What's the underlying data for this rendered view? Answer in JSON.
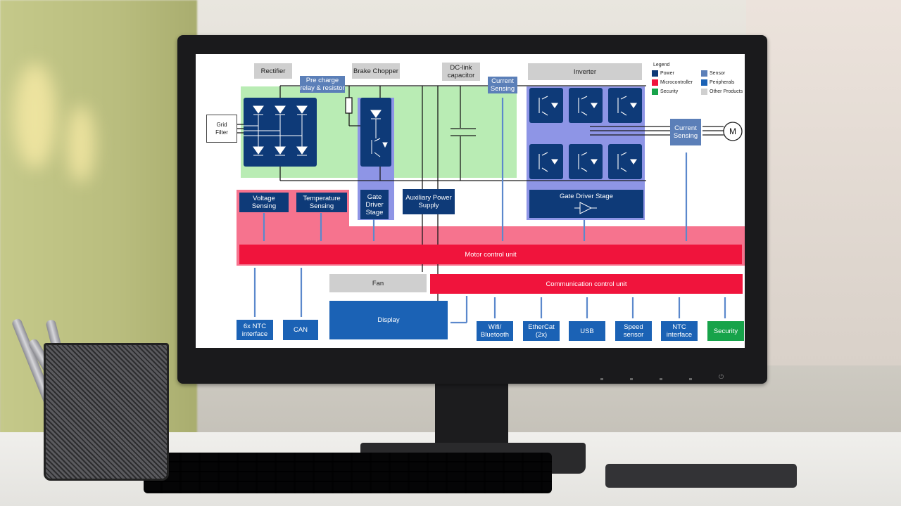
{
  "diagram": {
    "top_labels": {
      "rectifier": "Rectifier",
      "brake_chopper": "Brake Chopper",
      "dc_link": "DC-link\ncapacitor",
      "inverter": "Inverter",
      "pre_charge": "Pre charge\nrelay & resistor",
      "current_sensing_top": "Current\nSensing",
      "grid_filter": "Grid\nFilter",
      "current_sensing_right": "Current\nSensing",
      "motor": "M"
    },
    "legend": {
      "title": "Legend",
      "items": [
        {
          "label": "Power",
          "color": "#0e3a78"
        },
        {
          "label": "Microcontroller",
          "color": "#f0143c"
        },
        {
          "label": "Security",
          "color": "#17a34a"
        },
        {
          "label": "Sensor",
          "color": "#5b7fb8"
        },
        {
          "label": "Peripherals",
          "color": "#1b62b5"
        },
        {
          "label": "Other Products",
          "color": "#cfcfcf"
        }
      ]
    },
    "blocks": {
      "voltage_sensing": "Voltage\nSensing",
      "temperature_sensing": "Temperature\nSensing",
      "gate_driver_small": "Gate\nDriver\nStage",
      "aux_power": "Auxiliary Power\nSupply",
      "gate_driver_stage": "Gate Driver Stage",
      "motor_control_unit": "Motor control unit",
      "fan": "Fan",
      "communication_unit": "Communication control unit",
      "display": "Display",
      "ntc6x": "6x NTC\ninterface",
      "can": "CAN",
      "wifi": "Wifi/\nBluetooth",
      "ethercat": "EtherCat\n(2x)",
      "usb": "USB",
      "speed_sensor": "Speed\nsensor",
      "ntc_interface": "NTC\ninterface",
      "security": "Security"
    },
    "colors": {
      "power": "#0e3a78",
      "sensor": "#5b7fb8",
      "peripherals": "#1b62b5",
      "microcontroller": "#f0143c",
      "security": "#17a34a",
      "other": "#cfcfcf",
      "power_zone": "#b9ecb4",
      "gate_zone": "#8e95e6",
      "control_zone": "#f6738e",
      "arrow": "#5b88cc"
    }
  }
}
